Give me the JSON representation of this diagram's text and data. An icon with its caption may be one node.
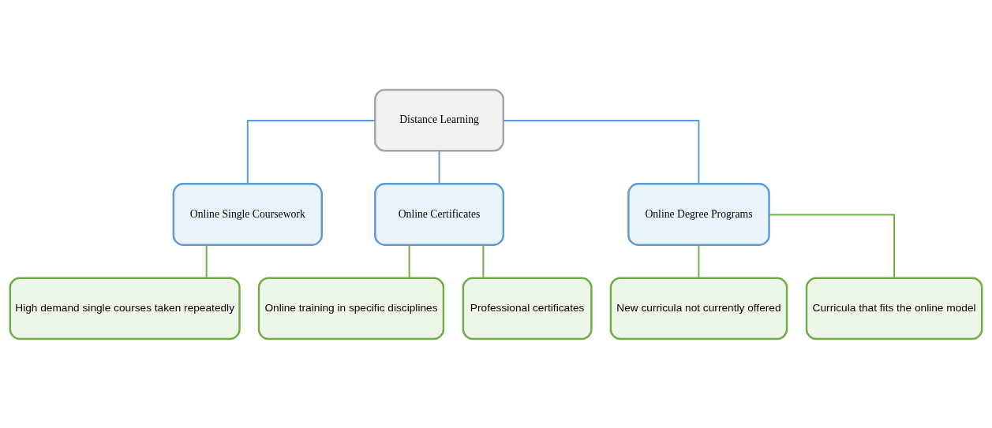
{
  "diagram": {
    "nodes": [
      {
        "text": [
          "Distance Learning"
        ]
      },
      {
        "text": [
          "Online Single Coursework"
        ]
      },
      {
        "text": [
          "Online Certificates"
        ]
      },
      {
        "text": [
          "Online Degree Programs"
        ]
      },
      {
        "text": [
          "High demand single courses taken repeatedly"
        ]
      },
      {
        "text": [
          "Online training in specific disciplines"
        ]
      },
      {
        "text": [
          "Professional certificates"
        ]
      },
      {
        "text": [
          "New curricula not currently offered"
        ]
      },
      {
        "text": [
          "Curricula that fits the online model"
        ]
      }
    ],
    "edges": [
      {
        "from": 0,
        "to": 1,
        "arrow": "none",
        "color": "#5b9bd5"
      },
      {
        "from": 0,
        "to": 2,
        "arrow": "none",
        "color": "#5b9bd5"
      },
      {
        "from": 0,
        "to": 3,
        "arrow": "none",
        "color": "#5b9bd5"
      },
      {
        "from": 1,
        "to": 4,
        "arrow": "none"
      },
      {
        "from": 2,
        "to": 5,
        "arrow": "none"
      },
      {
        "from": 2,
        "to": 6,
        "arrow": "none"
      },
      {
        "from": 3,
        "to": 7,
        "arrow": "none"
      },
      {
        "from": 3,
        "to": 8,
        "arrow": "none"
      }
    ]
  }
}
